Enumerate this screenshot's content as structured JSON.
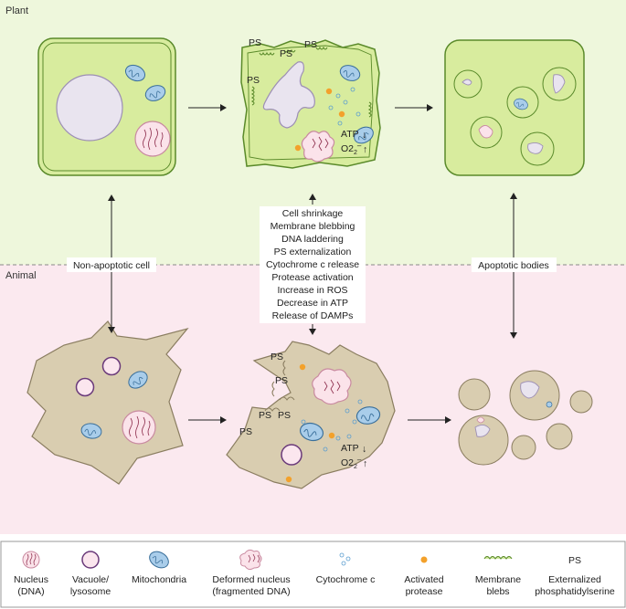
{
  "sections": {
    "plant": "Plant",
    "animal": "Animal"
  },
  "side_labels": {
    "left": "Non-apoptotic cell",
    "right": "Apoptotic bodies"
  },
  "features": [
    "Cell shrinkage",
    "Membrane blebbing",
    "DNA laddering",
    "PS externalization",
    "Cytochrome c release",
    "Protease activation",
    "Increase in ROS",
    "Decrease in ATP",
    "Release of DAMPs"
  ],
  "cell_labels": {
    "ps": "PS",
    "atp": "ATP",
    "o2": "O2",
    "o2_sub": "2",
    "o2_sup": "–"
  },
  "legend": [
    {
      "name": "legend-nucleus",
      "line1": "Nucleus",
      "line2": "(DNA)"
    },
    {
      "name": "legend-vacuole",
      "line1": "Vacuole/",
      "line2": "lysosome"
    },
    {
      "name": "legend-mitochondria",
      "line1": "Mitochondria",
      "line2": ""
    },
    {
      "name": "legend-deformed-nucleus",
      "line1": "Deformed nucleus",
      "line2": "(fragmented DNA)"
    },
    {
      "name": "legend-cytochrome",
      "line1": "Cytochrome c",
      "line2": ""
    },
    {
      "name": "legend-protease",
      "line1": "Activated",
      "line2": "protease"
    },
    {
      "name": "legend-blebs",
      "line1": "Membrane",
      "line2": "blebs"
    },
    {
      "name": "legend-ps",
      "line1": "Externalized",
      "line2": "phosphatidylserine",
      "symbol": "PS"
    }
  ],
  "colors": {
    "plant_bg": "#eef7dc",
    "animal_bg": "#fbe9ef",
    "plant_cell": "#d8ec9e",
    "plant_wall": "#5a8a2a",
    "animal_cell": "#d9cdb0",
    "animal_edge": "#8a7d60",
    "mito": "#a9cdea",
    "protease": "#f3a12b"
  }
}
